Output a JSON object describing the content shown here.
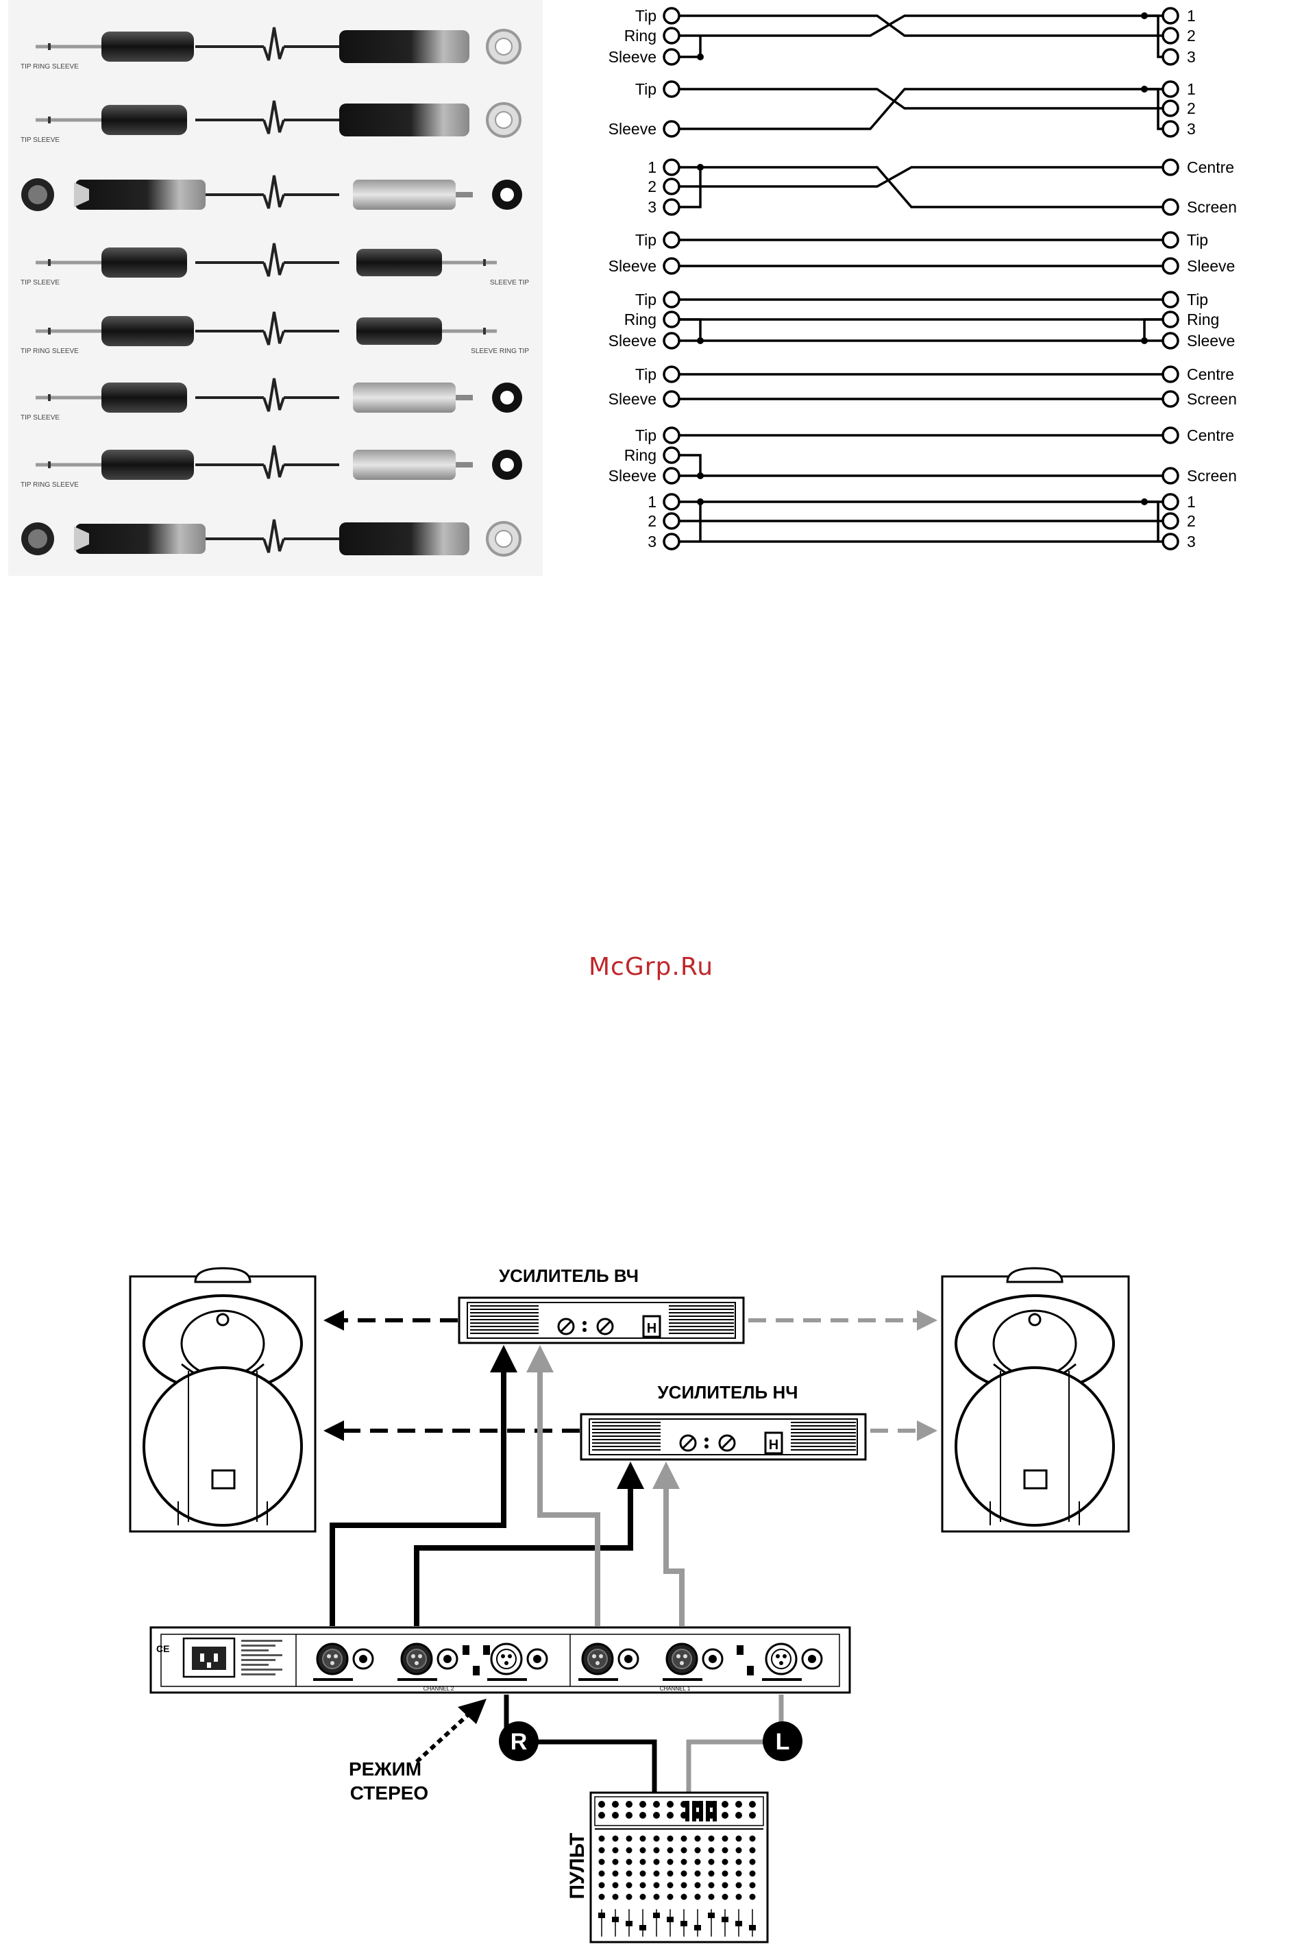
{
  "watermark": "McGrp.Ru",
  "connectors": {
    "labels": [
      {
        "text": "TIP RING SLEEVE"
      },
      {
        "text": "TIP SLEEVE"
      },
      {
        "text": "TIP SLEEVE"
      },
      {
        "text": "SLEEVE TIP"
      },
      {
        "text": "TIP RING SLEEVE"
      },
      {
        "text": "SLEEVE RING TIP"
      },
      {
        "text": "TIP SLEEVE"
      },
      {
        "text": "TIP RING SLEEVE"
      }
    ]
  },
  "wiring": {
    "diagrams": [
      {
        "left": [
          "Tip",
          "Ring",
          "Sleeve"
        ],
        "right": [
          "1",
          "2",
          "3"
        ]
      },
      {
        "left": [
          "Tip",
          "Sleeve"
        ],
        "right": [
          "1",
          "2",
          "3"
        ]
      },
      {
        "left": [
          "1",
          "2",
          "3"
        ],
        "right": [
          "Centre",
          "Screen"
        ]
      },
      {
        "left": [
          "Tip",
          "Sleeve"
        ],
        "right": [
          "Tip",
          "Sleeve"
        ]
      },
      {
        "left": [
          "Tip",
          "Ring",
          "Sleeve"
        ],
        "right": [
          "Tip",
          "Ring",
          "Sleeve"
        ]
      },
      {
        "left": [
          "Tip",
          "Sleeve"
        ],
        "right": [
          "Centre",
          "Screen"
        ]
      },
      {
        "left": [
          "Tip",
          "Ring",
          "Sleeve"
        ],
        "right": [
          "Centre",
          "Screen"
        ]
      },
      {
        "left": [
          "1",
          "2",
          "3"
        ],
        "right": [
          "1",
          "2",
          "3"
        ]
      }
    ]
  },
  "setup": {
    "amp_hf_label": "УСИЛИТЕЛЬ ВЧ",
    "amp_lf_label": "УСИЛИТЕЛЬ НЧ",
    "mode_label_line1": "РЕЖИМ",
    "mode_label_line2": "СТЕРЕО",
    "mixer_label": "ПУЛЬТ",
    "badge_right": "R",
    "badge_left": "L",
    "channel_labels": [
      "CHANNEL 2",
      "CHANNEL 1"
    ]
  }
}
